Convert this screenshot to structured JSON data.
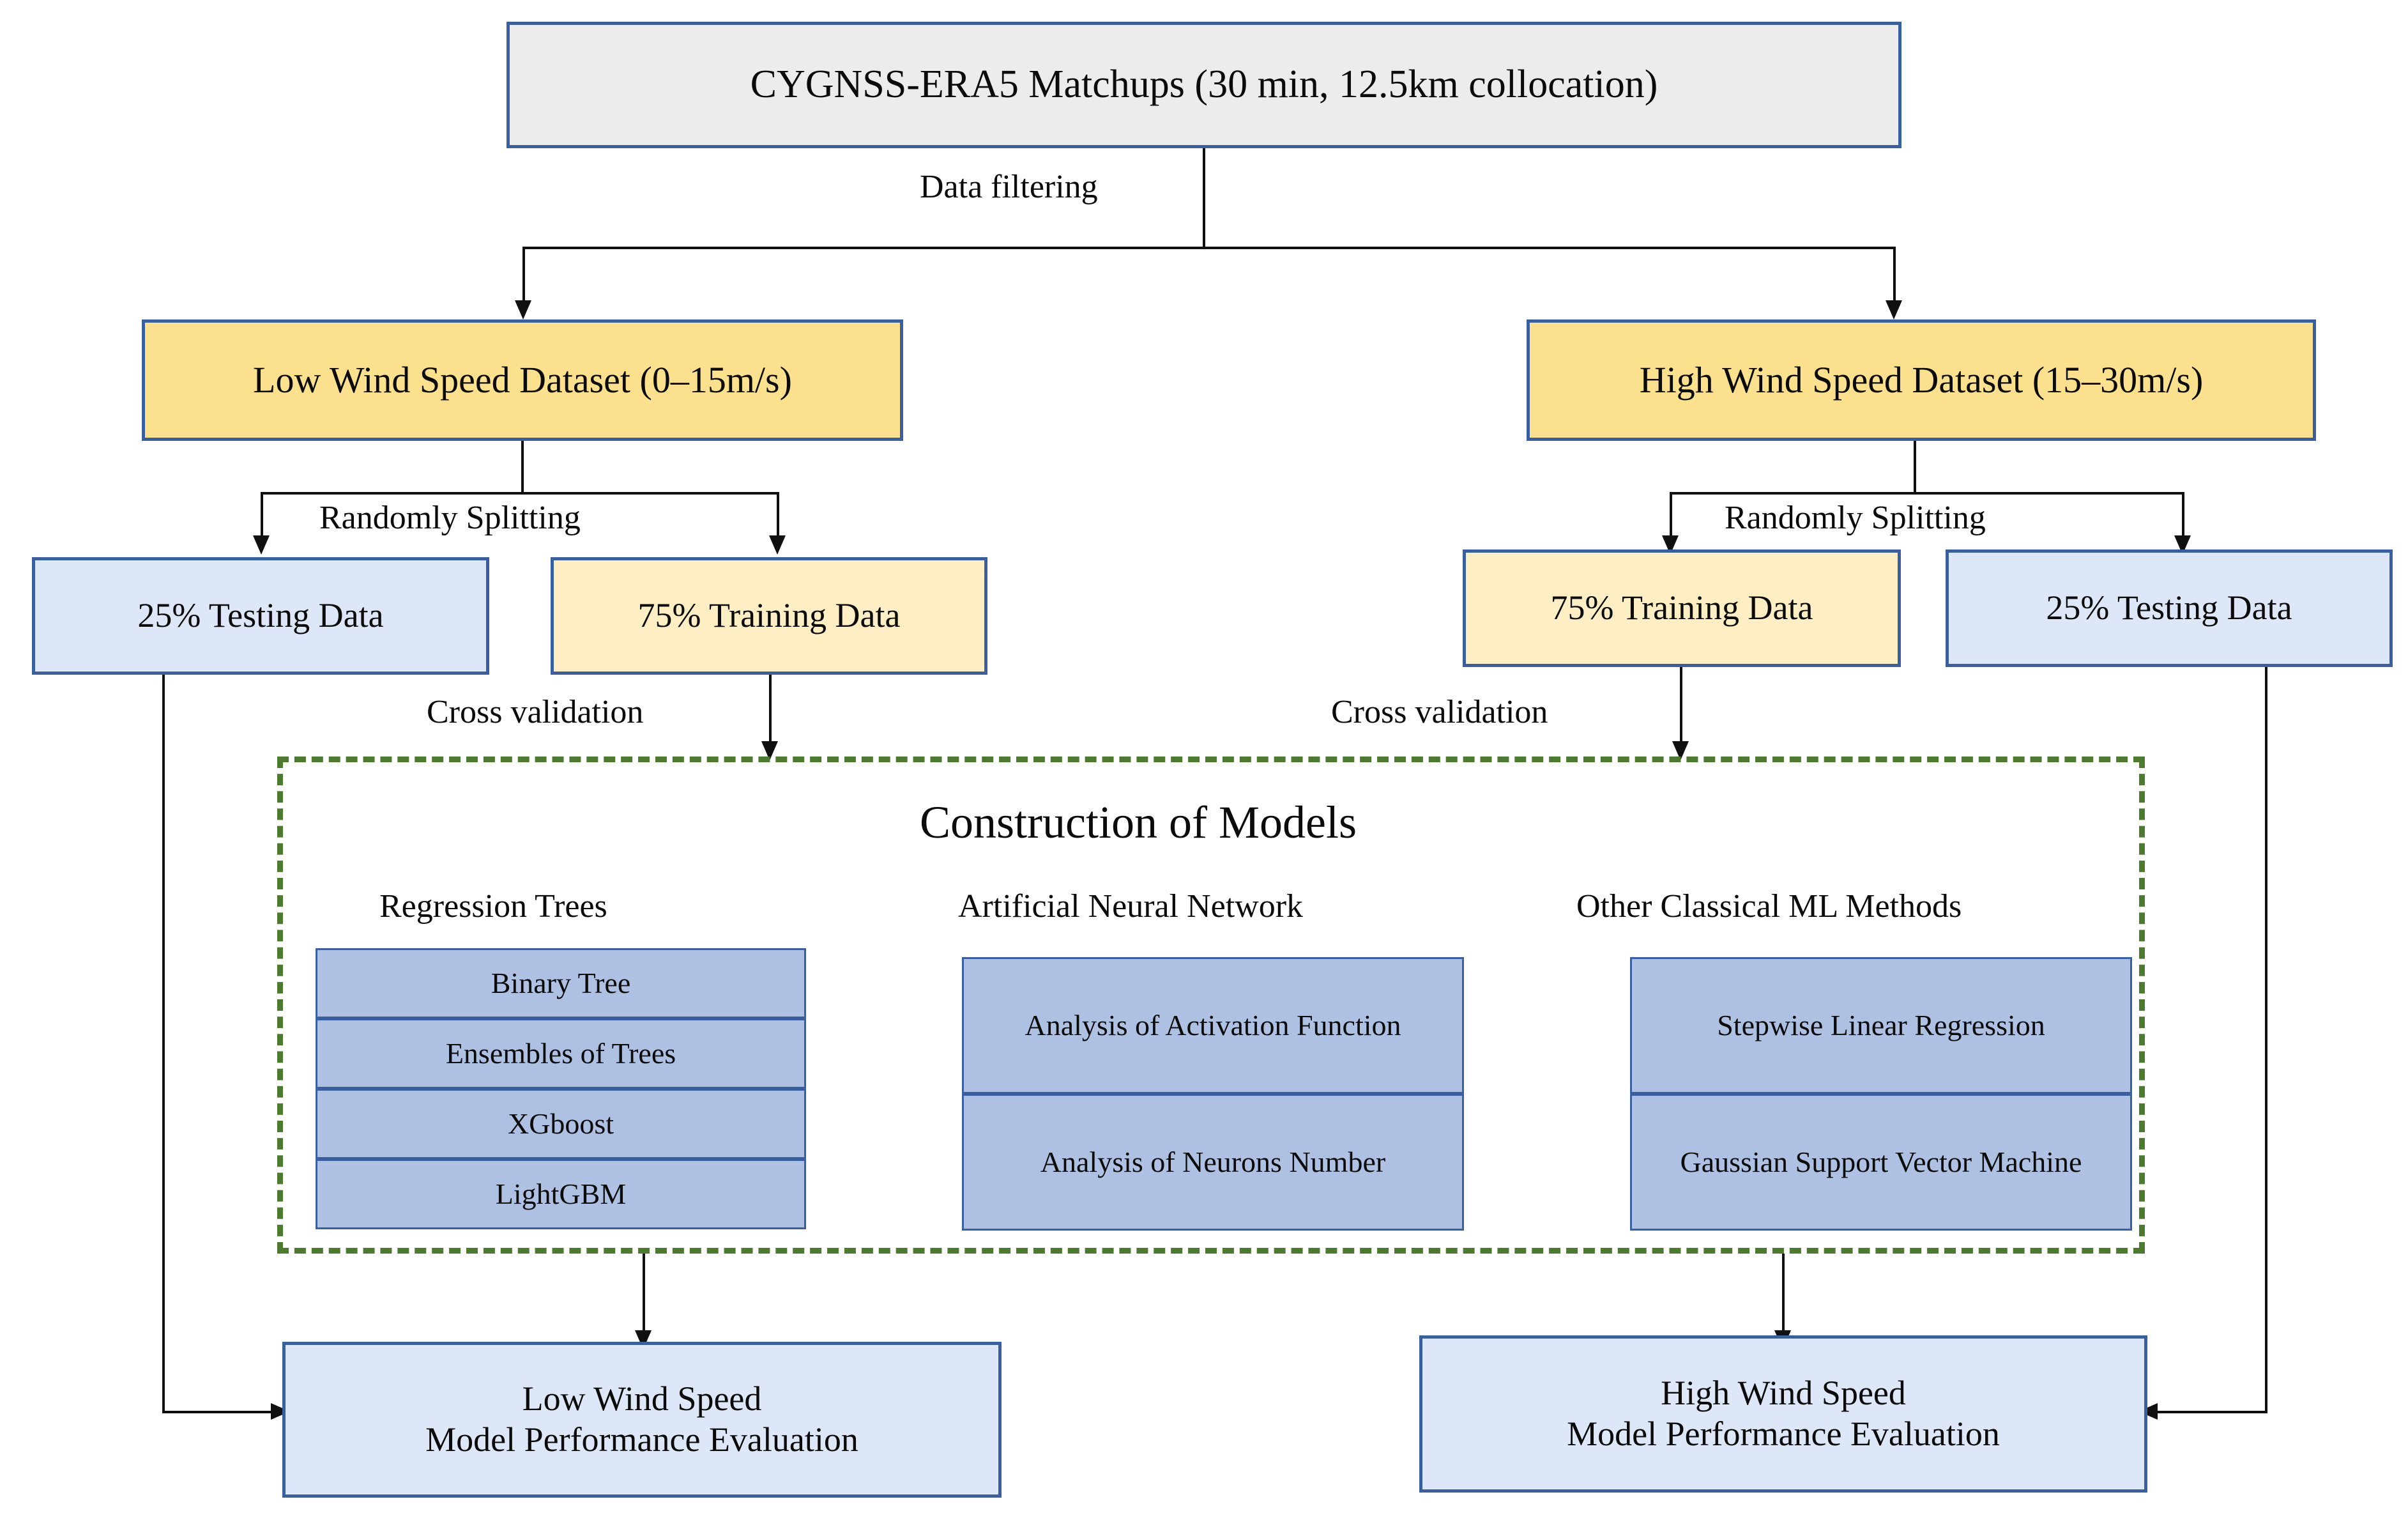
{
  "diagram": {
    "title": "CYGNSS-ERA5 wind speed retrieval machine-learning workflow",
    "colors": {
      "box_border_blue": "#3A5FA0",
      "grey_fill": "#ECECEC",
      "yellow_fill": "#FBE08E",
      "cream_fill": "#FDEFC3",
      "pale_blue_fill": "#DEE7F7",
      "mid_blue_fill": "#AFC1E3",
      "dashed_green": "#4C7A2E",
      "connector_black": "#101010"
    }
  },
  "source": {
    "label": "CYGNSS-ERA5 Matchups (30 min, 12.5km collocation)"
  },
  "edge_labels": {
    "data_filtering": "Data filtering",
    "randomly_splitting_left": "Randomly Splitting",
    "randomly_splitting_right": "Randomly Splitting",
    "cross_validation_left": "Cross validation",
    "cross_validation_right": "Cross validation"
  },
  "datasets": {
    "low": "Low Wind Speed Dataset (0–15m/s)",
    "high": "High Wind Speed Dataset (15–30m/s)"
  },
  "splits": {
    "low_testing": "25% Testing Data",
    "low_training": "75% Training Data",
    "high_training": "75% Training Data",
    "high_testing": "25% Testing Data"
  },
  "construction": {
    "title": "Construction of Models",
    "columns": [
      {
        "heading": "Regression Trees",
        "items": [
          "Binary Tree",
          "Ensembles of Trees",
          "XGboost",
          "LightGBM"
        ]
      },
      {
        "heading": "Artificial Neural Network",
        "items": [
          "Analysis of Activation Function",
          "Analysis of Neurons Number"
        ]
      },
      {
        "heading": "Other Classical ML Methods",
        "items": [
          "Stepwise Linear Regression",
          "Gaussian Support Vector Machine"
        ]
      }
    ]
  },
  "evaluation": {
    "low_line1": "Low Wind Speed",
    "low_line2": "Model Performance Evaluation",
    "high_line1": "High Wind Speed",
    "high_line2": "Model Performance Evaluation"
  }
}
